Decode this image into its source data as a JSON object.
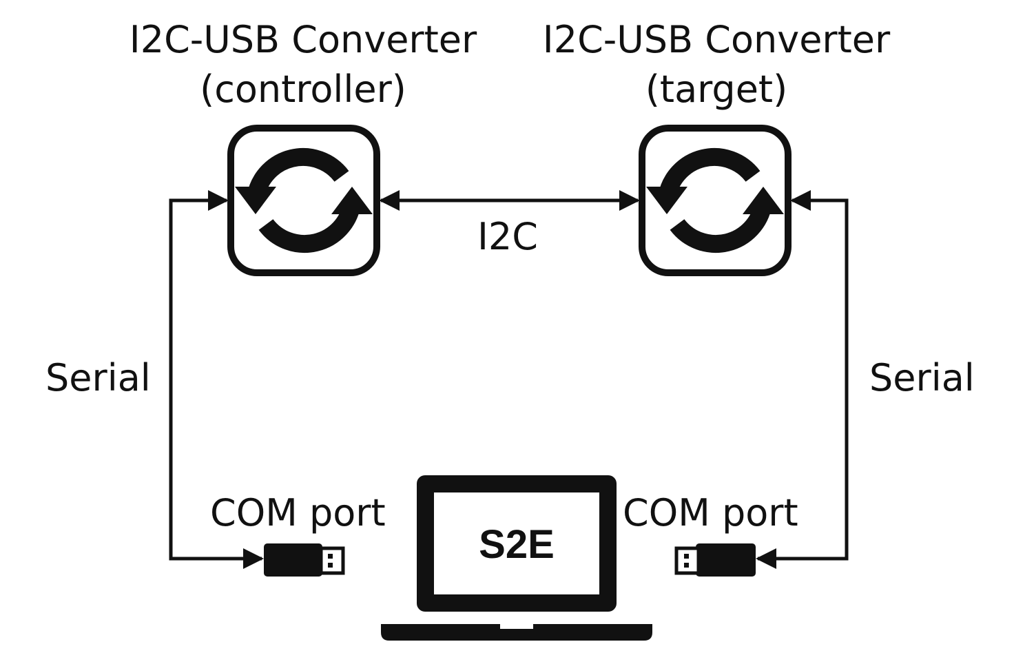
{
  "controller": {
    "title_line1": "I2C-USB Converter",
    "title_line2": "(controller)"
  },
  "target": {
    "title_line1": "I2C-USB Converter",
    "title_line2": "(target)"
  },
  "links": {
    "i2c": "I2C",
    "serial_left": "Serial",
    "serial_right": "Serial"
  },
  "ports": {
    "left": "COM port",
    "right": "COM port"
  },
  "laptop": {
    "screen_text": "S2E"
  },
  "icons": {
    "converter": "sync-arrows-icon",
    "usb": "usb-plug-icon",
    "laptop": "laptop-icon"
  },
  "colors": {
    "stroke": "#111111",
    "background": "#ffffff"
  }
}
